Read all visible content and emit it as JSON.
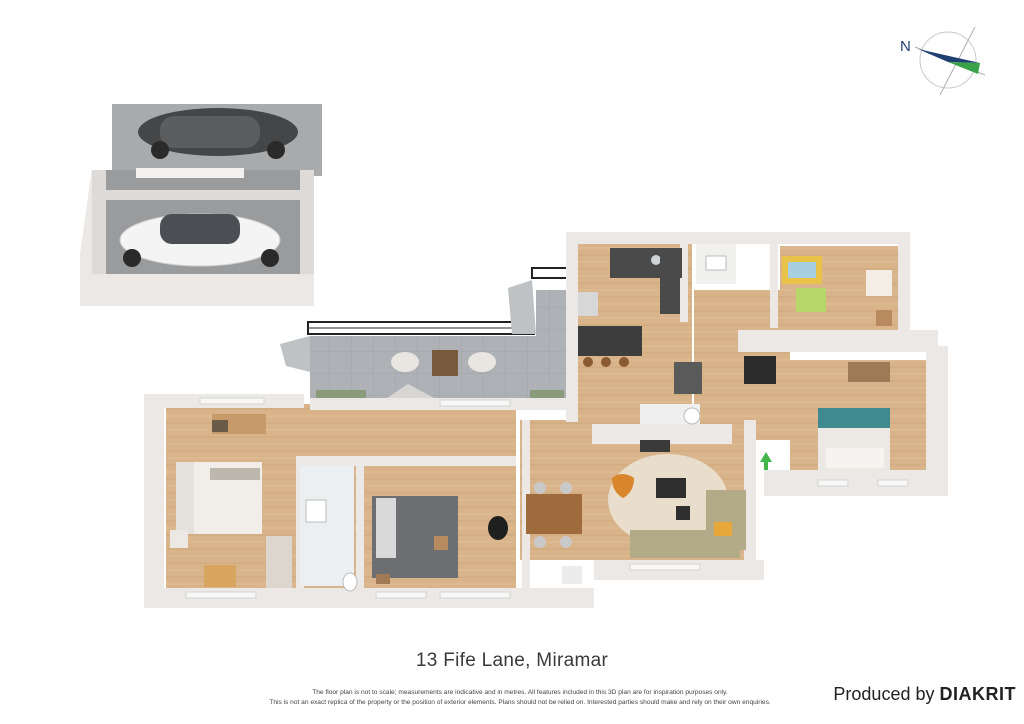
{
  "compass": {
    "label": "N",
    "icon": "compass-rose-icon"
  },
  "address": "13 Fife Lane, Miramar",
  "disclaimer": {
    "line1": "The floor plan is not to scale; measurements are indicative and in metres. All features included in this 3D plan are for inspiration purposes only.",
    "line2": "This is not an exact replica of the property or the position of exterior elements. Plans should not be relied on. Interested parties should make and rely on their own enquiries."
  },
  "credit": {
    "prefix": "Produced by",
    "brand": "DIAKRIT"
  },
  "colors": {
    "floor_wood": "#d9b48a",
    "deck_tile": "#a9adb1",
    "garage_floor": "#9b9c9e",
    "wall": "#ebe8e6",
    "wall_shadow": "#c9c3bf",
    "bed_teal": "#3f8a8f",
    "compass_green": "#3aa34a",
    "compass_blue": "#1f3f72",
    "exit_arrow": "#44b649"
  }
}
